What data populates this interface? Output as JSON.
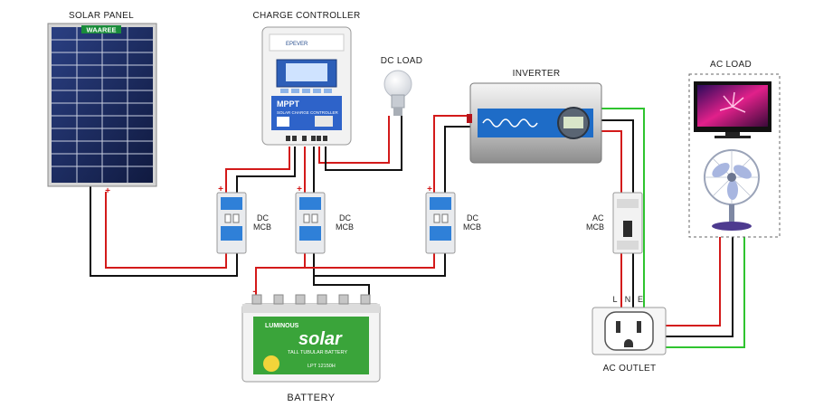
{
  "labels": {
    "solar_panel": "SOLAR PANEL",
    "charge_controller": "CHARGE CONTROLLER",
    "dc_load": "DC LOAD",
    "inverter": "INVERTER",
    "ac_load": "AC LOAD",
    "battery": "BATTERY",
    "ac_outlet": "AC OUTLET",
    "mcb_dc_line1": "DC",
    "mcb_dc_line2": "MCB",
    "mcb_ac_line1": "AC",
    "mcb_ac_line2": "MCB"
  },
  "panel_brand": "WAAREE",
  "controller": {
    "mppt": "MPPT",
    "subtitle": "SOLAR CHARGE CONTROLLER"
  },
  "battery": {
    "brand_top": "LUMINOUS",
    "brand_main": "solar",
    "subtitle": "TALL TUBULAR BATTERY",
    "model": "LPT 12150H"
  },
  "outlet_terminals": [
    "L",
    "N",
    "E"
  ],
  "polarity": {
    "positive": "+",
    "negative": "-"
  },
  "colors": {
    "positive_wire": "#d31a1a",
    "negative_wire": "#111111",
    "earth_wire": "#2fc42f",
    "panel_blue": "#1d2f66",
    "battery_green": "#3aa43a",
    "mcb_blue": "#2f80d8"
  },
  "icons": [
    "solar-panel-icon",
    "charge-controller-icon",
    "bulb-icon",
    "inverter-icon",
    "tv-icon",
    "fan-icon",
    "battery-icon",
    "outlet-icon",
    "mcb-icon"
  ]
}
